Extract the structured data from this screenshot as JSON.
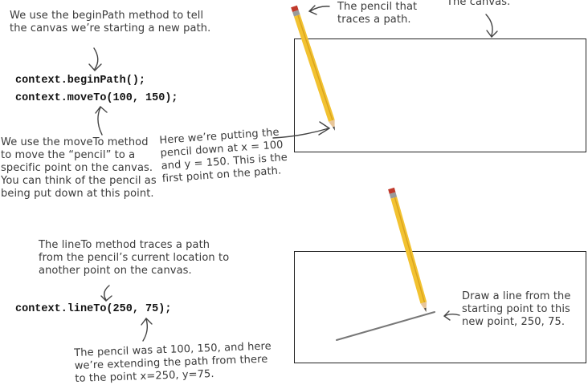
{
  "top": {
    "begin_note": "We use the beginPath method to tell\nthe canvas we’re starting a new path.",
    "code_begin": "context.beginPath();",
    "code_move": "context.moveTo(100, 150);",
    "moveto_note": "We use the moveTo method\nto move the “pencil” to a\nspecific point on the canvas.\nYou can think of the pencil as\nbeing put down at this point.",
    "pencil_down_note": "Here we’re putting the\npencil down at x = 100\nand y = 150. This is the\nfirst point on the path.",
    "pencil_label": "The pencil that\ntraces a path.",
    "canvas_label": "The canvas."
  },
  "bottom": {
    "lineto_note": "The lineTo method traces a path\nfrom the pencil’s current location to\nanother point on the canvas.",
    "code_line": "context.lineTo(250, 75);",
    "extend_note": "The pencil was at 100, 150, and here\nwe’re extending the path from there\nto the point x=250, y=75.",
    "draw_note": "Draw a line from the\nstarting point to this\nnew point, 250, 75."
  },
  "colors": {
    "pencil_body": "#f2c230",
    "pencil_stripe": "#d9a21f",
    "eraser": "#c0392b",
    "ferrule": "#8a8a8a",
    "wood": "#e8c69a",
    "lead": "#444444",
    "path_line": "#777777",
    "arrow": "#444444"
  }
}
